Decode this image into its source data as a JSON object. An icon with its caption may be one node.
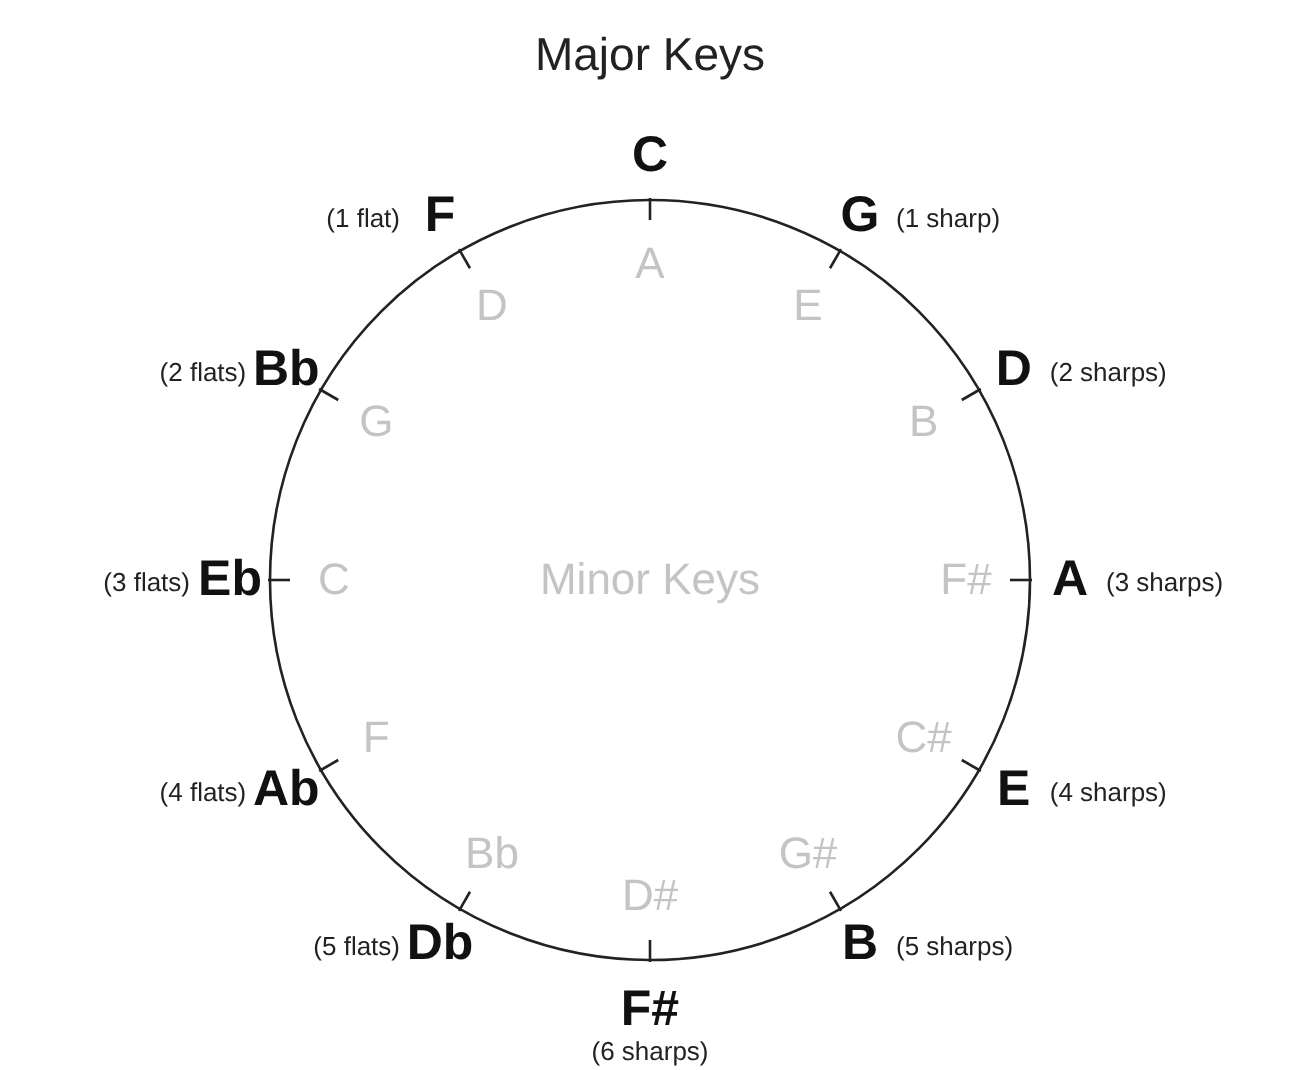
{
  "diagram": {
    "title": "Major Keys",
    "labels": [
      "C",
      "A",
      "G",
      "(1 sharp)",
      "E",
      "D",
      "(2 sharps)",
      "B",
      "A",
      "(3 sharps)",
      "F#",
      "E",
      "(4 sharps)",
      "C#",
      "B",
      "(5 sharps)",
      "G#",
      "F#",
      "(6 sharps)",
      "D#",
      "Db",
      "(5 flats)",
      "Bb",
      "Ab",
      "(4 flats)",
      "F",
      "Eb",
      "(3 flats)",
      "C",
      "Bb",
      "(2 flats)",
      "G",
      "F",
      "(1 flat)",
      "D",
      "Minor Keys"
    ]
  }
}
